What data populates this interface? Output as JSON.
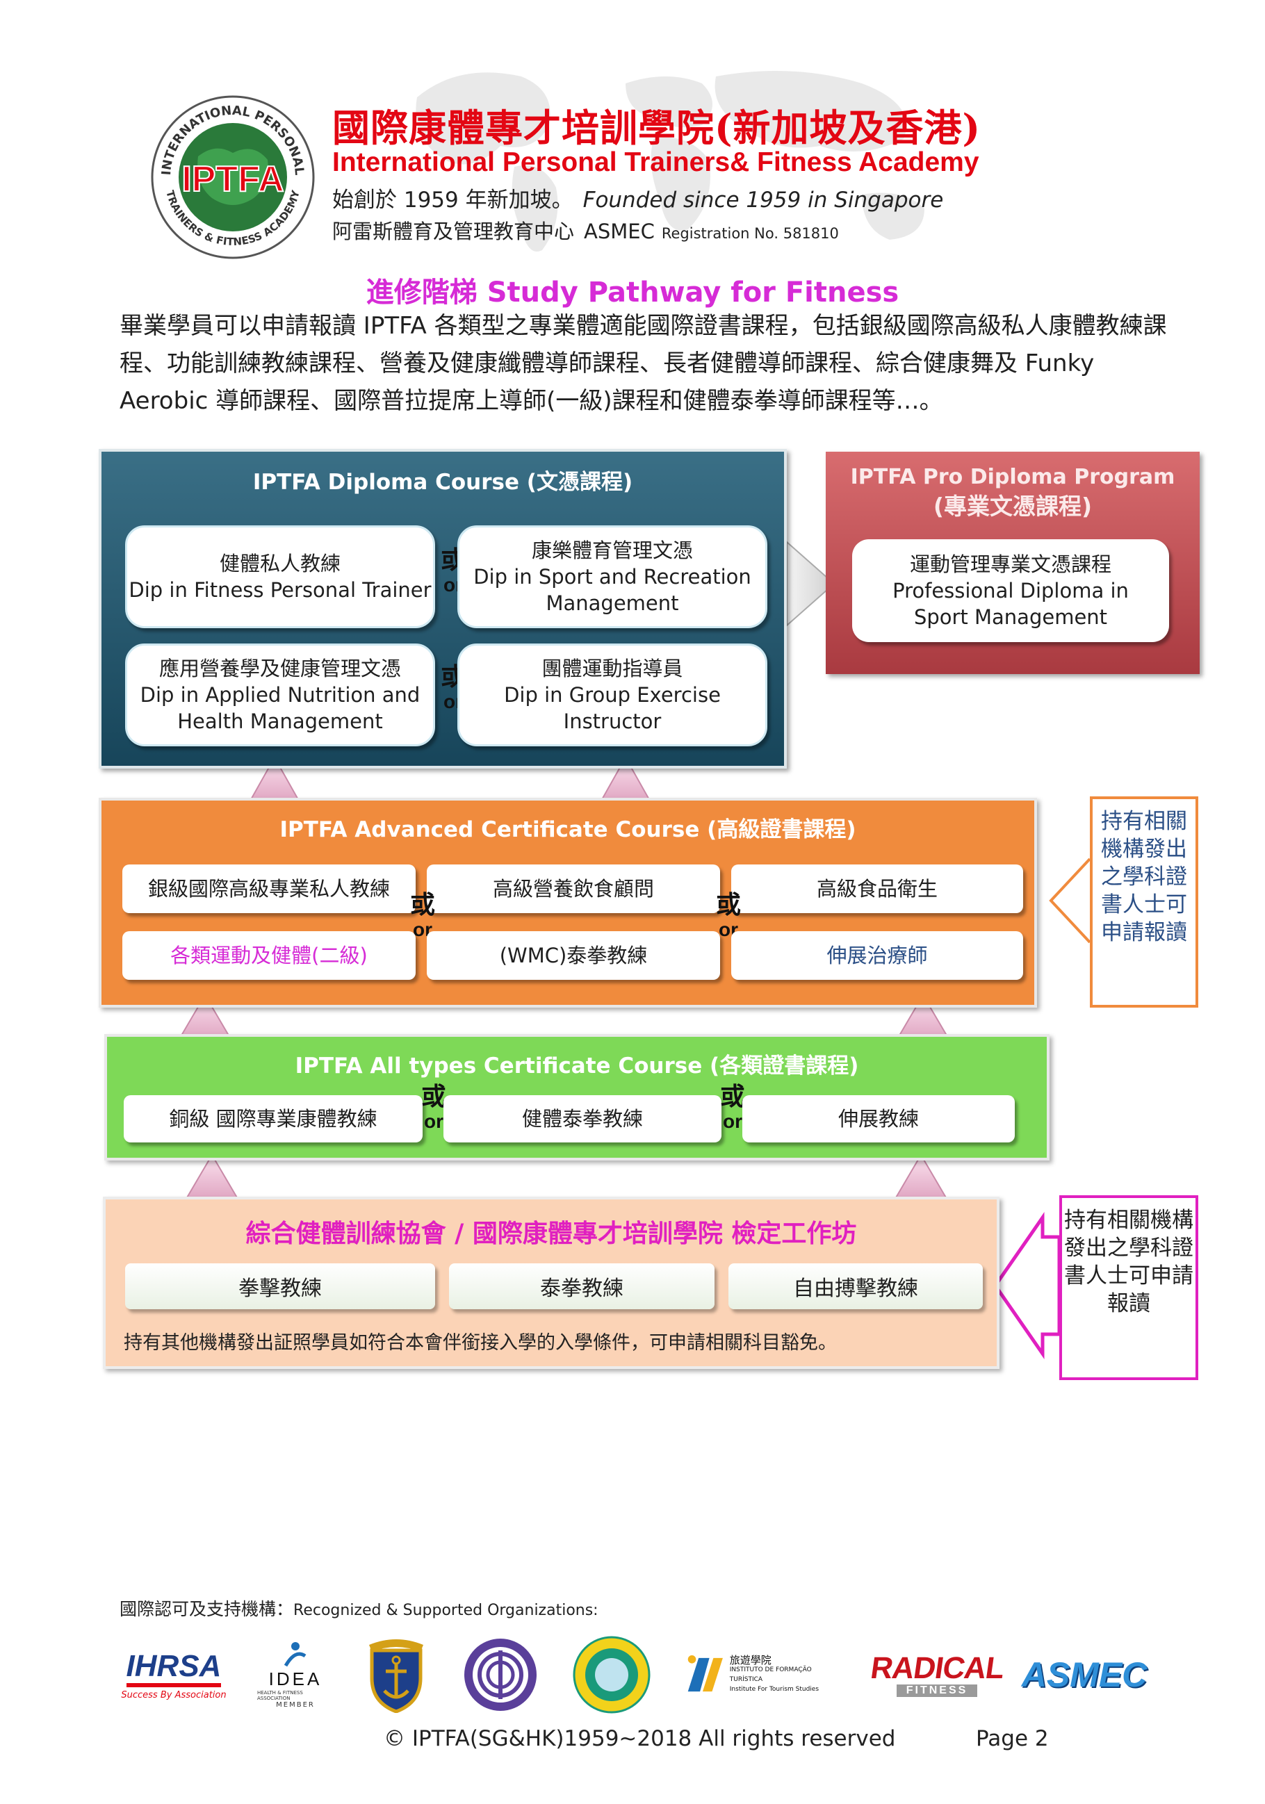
{
  "header": {
    "title_cn": "國際康體專才培訓學院(新加坡及香港)",
    "title_en": "International Personal Trainers& Fitness Academy",
    "founded_cn": "始創於 1959 年新加坡。",
    "founded_en": "Founded since 1959 in Singapore",
    "center_cn": "阿雷斯體育及管理教育中心",
    "center_en": "ASMEC",
    "registration": "Registration No. 581810",
    "logo": {
      "top_text": "INTERNATIONAL PERSONAL",
      "center_text": "IPTFA",
      "bottom_text": "TRAINERS & FITNESS ACADEMY"
    }
  },
  "page_title": "進修階梯  Study Pathway for Fitness",
  "intro": "畢業學員可以申請報讀 IPTFA 各類型之專業體適能國際證書課程，包括銀級國際高級私人康體教練課程、功能訓練教練課程、營養及健康纖體導師課程、長者健體導師課程、綜合健康舞及 Funky Aerobic 導師課程、國際普拉提席上導師(一級)課程和健體泰拳導師課程等…。",
  "or": {
    "cn": "或",
    "en": "or"
  },
  "diploma": {
    "title": "IPTFA Diploma Course (文憑課程)",
    "courses": [
      {
        "cn": "健體私人教練",
        "en": "Dip in Fitness Personal Trainer"
      },
      {
        "cn": "康樂體育管理文憑",
        "en": "Dip in Sport and Recreation Management"
      },
      {
        "cn": "應用營養學及健康管理文憑",
        "en": "Dip in Applied Nutrition and Health Management"
      },
      {
        "cn": "團體運動指導員",
        "en": "Dip in Group Exercise Instructor"
      }
    ]
  },
  "pro_diploma": {
    "title_en": "IPTFA Pro Diploma Program",
    "title_cn": "(專業文憑課程)",
    "course_cn": "運動管理專業文憑課程",
    "course_en": "Professional Diploma in Sport Management"
  },
  "advanced": {
    "title": "IPTFA Advanced Certificate Course (高級證書課程)",
    "courses": [
      "銀級國際高級專業私人教練",
      "高級營養飲食顧問",
      "高級食品衛生",
      "各類運動及健體(二級)",
      "(WMC)泰拳教練",
      "伸展治療師"
    ],
    "colors": {
      "magenta": "#d62bd6",
      "blue": "#2b4f86",
      "default": "#1f1f1f"
    }
  },
  "side_note_1": "持有相關機構發出之學科證書人士可申請報讀",
  "all_types": {
    "title": "IPTFA All types Certificate Course (各類證書課程)",
    "courses": [
      "銅級  國際專業康體教練",
      "健體泰拳教練",
      "伸展教練"
    ]
  },
  "workshop": {
    "title": "綜合健體訓練協會  /  國際康體專才培訓學院  檢定工作坊",
    "courses": [
      "拳擊教練",
      "泰拳教練",
      "自由搏擊教練"
    ],
    "note": "持有其他機構發出証照學員如符合本會伴銜接入學的入學條件，可申請相關科目豁免。"
  },
  "side_note_2": "持有相關機構發出之學科證書人士可申請報讀",
  "footer": {
    "recognized_cn": "國際認可及支持機構：",
    "recognized_en": "Recognized & Supported Organizations:",
    "orgs": {
      "ihrsa": "IHRSA",
      "ihrsa_tag": "Success By Association",
      "idea": "IDEA",
      "idea_sub": "HEALTH & FITNESS ASSOCIATION",
      "idea_member": "MEMBER",
      "ift_cn": "旅遊學院",
      "ift_pt": "INSTITUTO DE FORMAÇÃO TURÍSTICA",
      "ift_en": "Institute For Tourism Studies",
      "radical": "RADICAL",
      "radical_sub": "FITNESS",
      "asmec": "ASMEC"
    },
    "copyright": "© IPTFA(SG&HK)1959~2018 All rights reserved",
    "page": "Page  2"
  }
}
